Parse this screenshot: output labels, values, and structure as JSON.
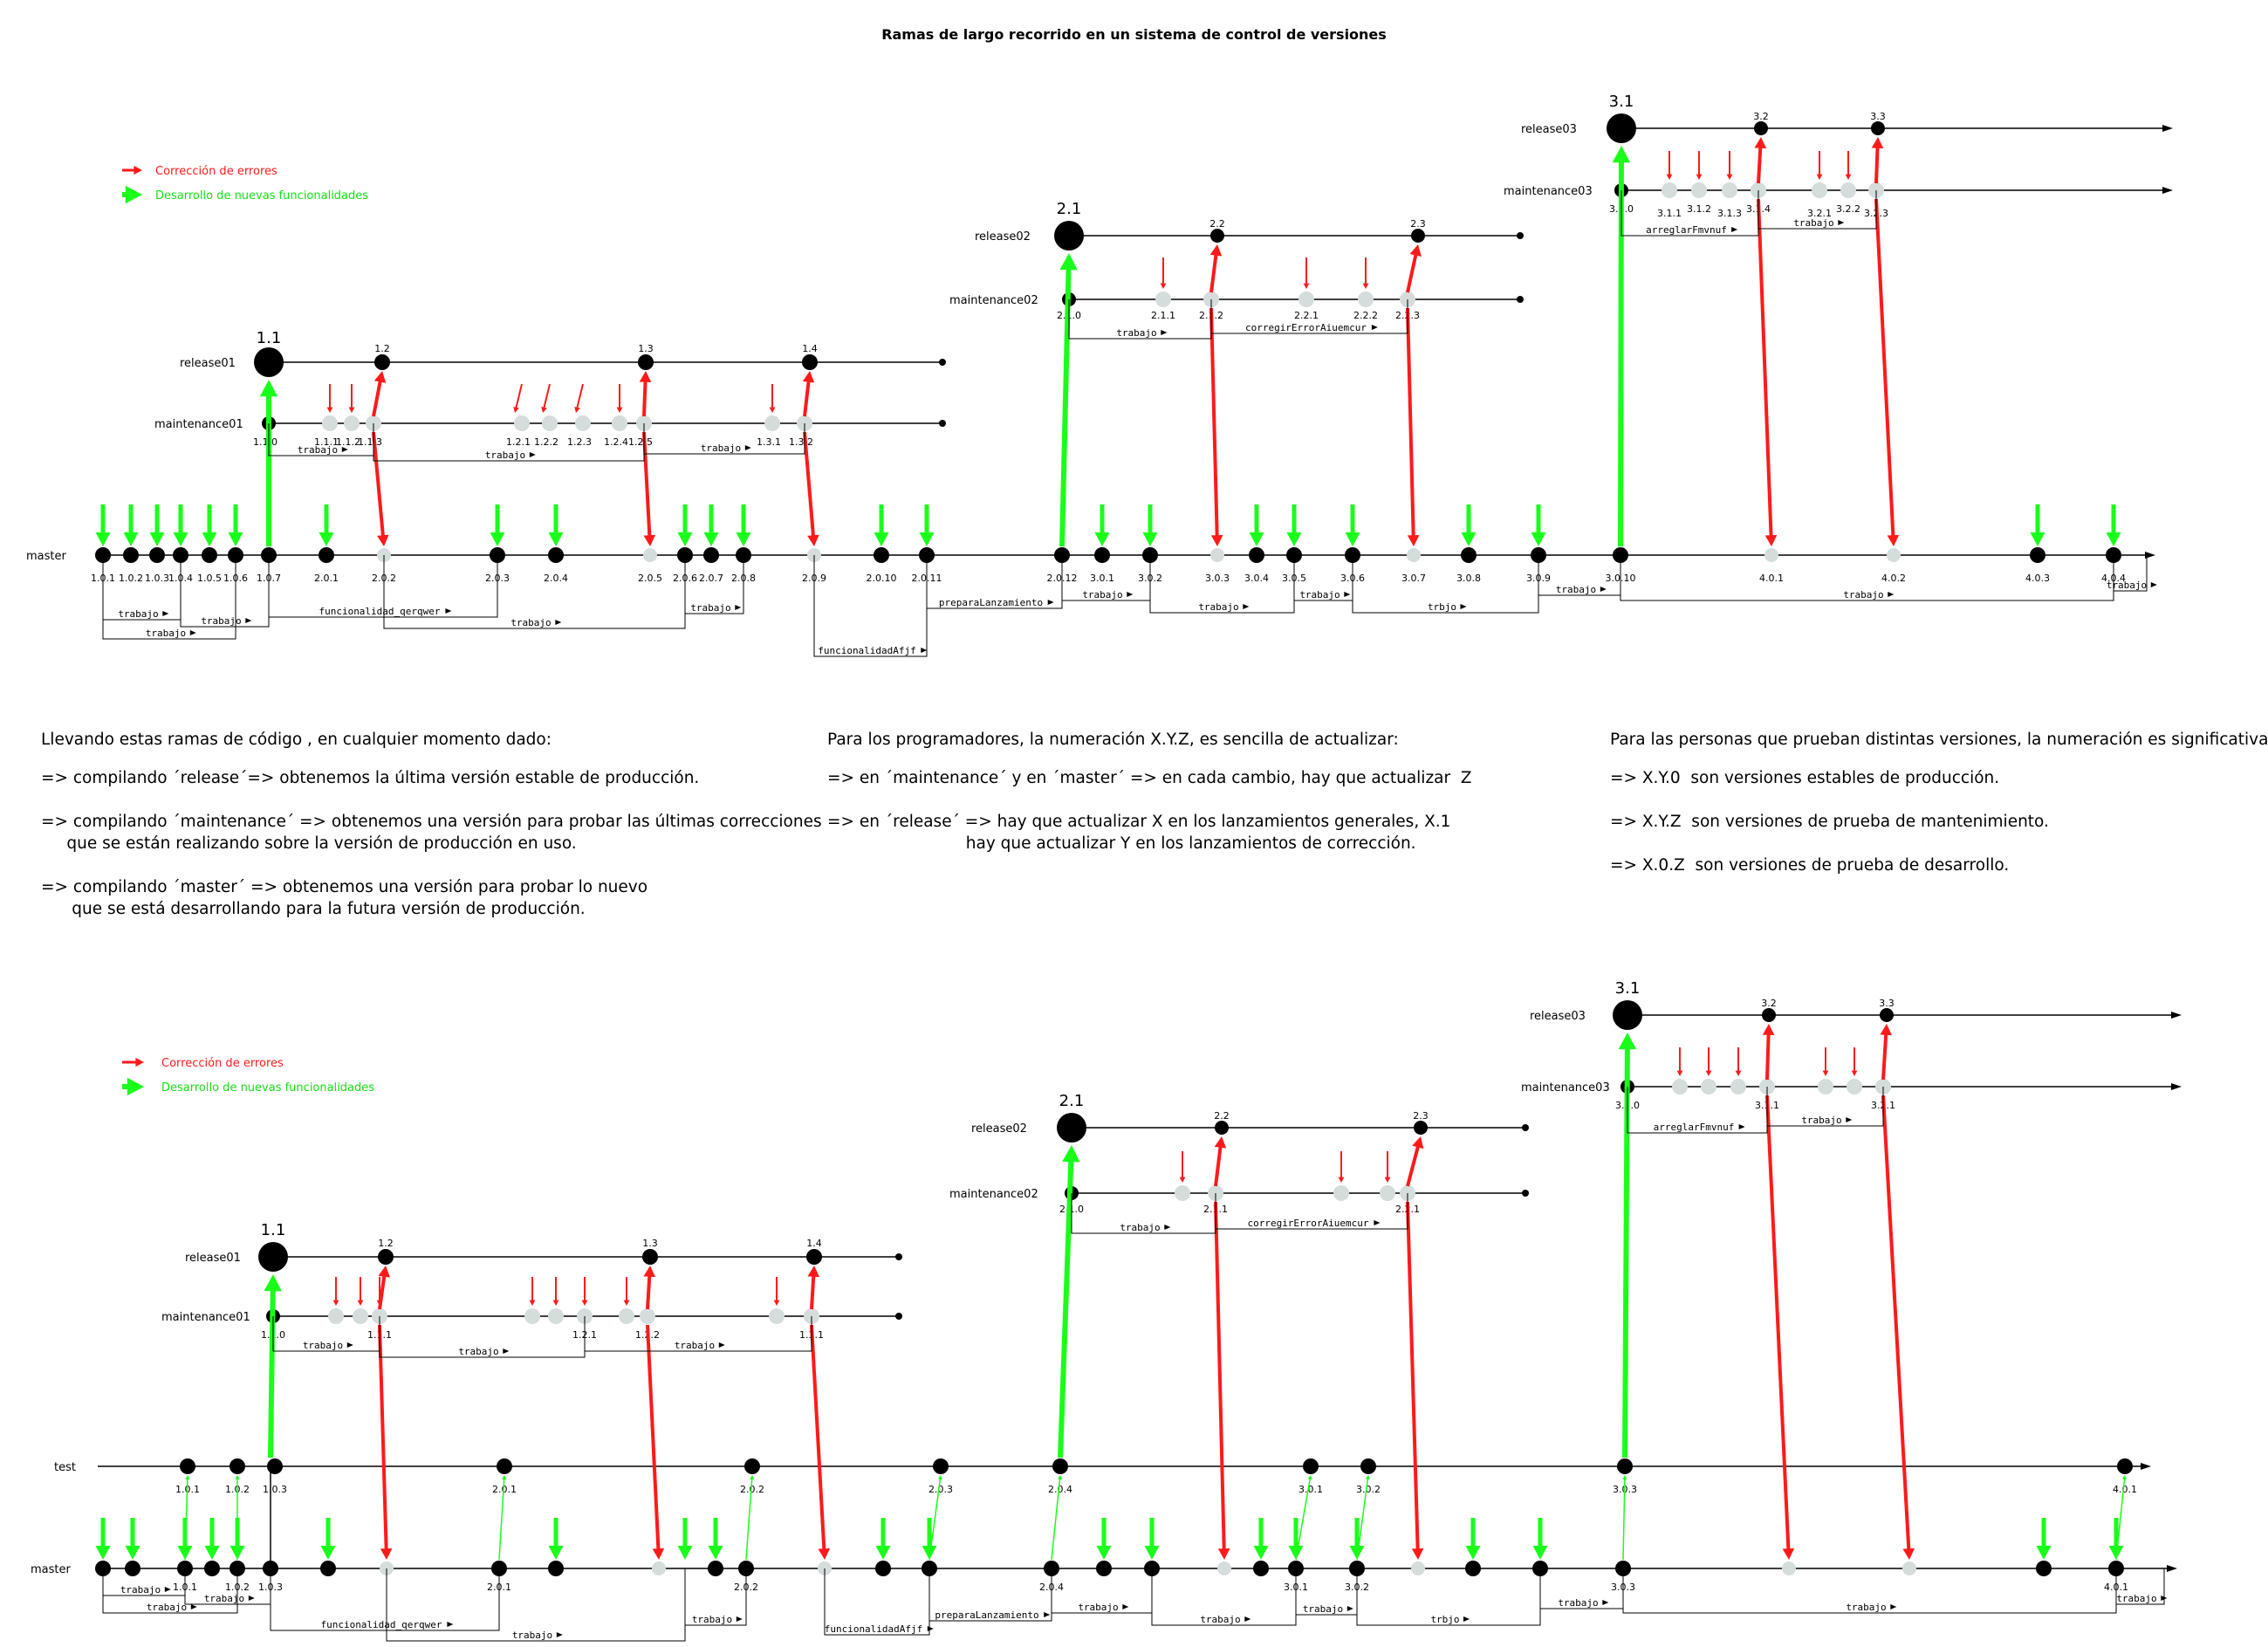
{
  "title": "Ramas de largo recorrido en un sistema de control de versiones",
  "colors": {
    "fix": "#ff1a1a",
    "feature": "#1aff1a",
    "node": "#000000",
    "commit": "#d4dcdc",
    "line": "#000000"
  },
  "legend": {
    "fix": "Corrección de errores",
    "feature": "Desarrollo de nuevas funcionalidades"
  },
  "explanation": {
    "col1": [
      "Llevando estas ramas de código , en cualquier momento dado:",
      "=> compilando ´release´=> obtenemos la última versión estable de producción.",
      "=> compilando ´maintenance´ => obtenemos una versión para probar las últimas correcciones",
      "     que se están realizando sobre la versión de producción en uso.",
      "=> compilando ´master´ => obtenemos una versión para probar lo nuevo",
      "      que se está desarrollando para la futura versión de producción."
    ],
    "col2": [
      "Para los programadores, la numeración X.Y.Z, es sencilla de actualizar:",
      "=> en ´maintenance´ y en ´master´ => en cada cambio, hay que actualizar  Z",
      "=> en ´release´ => hay que actualizar X en los lanzamientos generales, X.1",
      "                           hay que actualizar Y en los lanzamientos de corrección."
    ],
    "col3": [
      "Para las personas que prueban distintas versiones, la numeración es significativa:",
      "=> X.Y.0  son versiones estables de producción.",
      "=> X.Y.Z  son versiones de prueba de mantenimiento.",
      "=> X.0.Z  son versiones de prueba de desarrollo."
    ]
  },
  "diagram1": {
    "branches": {
      "master": "master",
      "maintenance01": "maintenance01",
      "release01": "release01",
      "maintenance02": "maintenance02",
      "release02": "release02",
      "maintenance03": "maintenance03",
      "release03": "release03"
    },
    "release_names": [
      "1.1",
      "2.1",
      "3.1"
    ],
    "master_versions": [
      "1.0.1",
      "1.0.2",
      "1.0.3",
      "1.0.4",
      "1.0.5",
      "1.0.6",
      "1.0.7",
      "2.0.1",
      "2.0.2",
      "2.0.3",
      "2.0.4",
      "2.0.5",
      "2.0.6",
      "2.0.7",
      "2.0.8",
      "2.0.9",
      "2.0.10",
      "2.0.11",
      "2.0.12",
      "3.0.1",
      "3.0.2",
      "3.0.3",
      "3.0.4",
      "3.0.5",
      "3.0.6",
      "3.0.7",
      "3.0.8",
      "3.0.9",
      "3.0.10",
      "4.0.1",
      "4.0.2",
      "4.0.3",
      "4.0.4"
    ],
    "maint01_versions": [
      "1.1.0",
      "1.1.1",
      "1.1.2",
      "1.1.3",
      "1.2.1",
      "1.2.2",
      "1.2.3",
      "1.2.4",
      "1.2.5",
      "1.3.1",
      "1.3.2"
    ],
    "release01_versions": [
      "1.2",
      "1.3",
      "1.4"
    ],
    "maint02_versions": [
      "2.1.0",
      "2.1.1",
      "2.1.2",
      "2.2.1",
      "2.2.2",
      "2.2.3"
    ],
    "release02_versions": [
      "2.2",
      "2.3"
    ],
    "maint03_versions": [
      "3.1.0",
      "3.1.1",
      "3.1.2",
      "3.1.3",
      "3.1.4",
      "3.2.1",
      "3.2.2",
      "3.2.3"
    ],
    "release03_versions": [
      "3.2",
      "3.3"
    ],
    "work_labels": [
      "trabajo",
      "trabajo",
      "trabajo",
      "funcionalidad_qerqwer",
      "trabajo",
      "trabajo",
      "funcionalidadAfjf",
      "preparaLanzamiento",
      "trabajo",
      "trabajo",
      "trabajo",
      "trbjo",
      "trabajo",
      "trabajo",
      "trabajo",
      "trabajo",
      "trabajo",
      "trabajo",
      "trabajo",
      "corregirErrorAiuemcur",
      "arreglarFmvnuf",
      "trabajo"
    ]
  },
  "diagram2": {
    "branches": {
      "master": "master",
      "test": "test",
      "maintenance01": "maintenance01",
      "release01": "release01",
      "maintenance02": "maintenance02",
      "release02": "release02",
      "maintenance03": "maintenance03",
      "release03": "release03"
    },
    "release_names": [
      "1.1",
      "2.1",
      "3.1"
    ],
    "test_versions": [
      "1.0.1",
      "1.0.2",
      "1.0.3",
      "2.0.1",
      "2.0.2",
      "2.0.3",
      "2.0.4",
      "3.0.1",
      "3.0.2",
      "3.0.3",
      "4.0.1"
    ],
    "master_versions": [
      "1.0.1",
      "1.0.2",
      "1.0.3",
      "2.0.1",
      "2.0.2",
      "2.0.4",
      "3.0.1",
      "3.0.2",
      "3.0.3",
      "4.0.1"
    ],
    "maint01_versions": [
      "1.1.0",
      "1.1.1",
      "1.2.1",
      "1.2.2",
      "1.3.1"
    ],
    "release01_versions": [
      "1.2",
      "1.3",
      "1.4"
    ],
    "maint02_versions": [
      "2.1.0",
      "2.1.1",
      "2.2.1"
    ],
    "release02_versions": [
      "2.2",
      "2.3"
    ],
    "maint03_versions": [
      "3.1.0",
      "3.1.1",
      "3.2.1"
    ],
    "release03_versions": [
      "3.2",
      "3.3"
    ],
    "work_labels": [
      "trabajo",
      "trabajo",
      "trabajo",
      "funcionalidad_qerqwer",
      "trabajo",
      "trabajo",
      "funcionalidadAfjf",
      "preparaLanzamiento",
      "trabajo",
      "trabajo",
      "trbjo",
      "trabajo",
      "trabajo",
      "trabajo",
      "trabajo",
      "trabajo",
      "trabajo",
      "trabajo",
      "trabajo",
      "corregirErrorAiuemcur",
      "arreglarFmvnuf",
      "trabajo"
    ]
  }
}
